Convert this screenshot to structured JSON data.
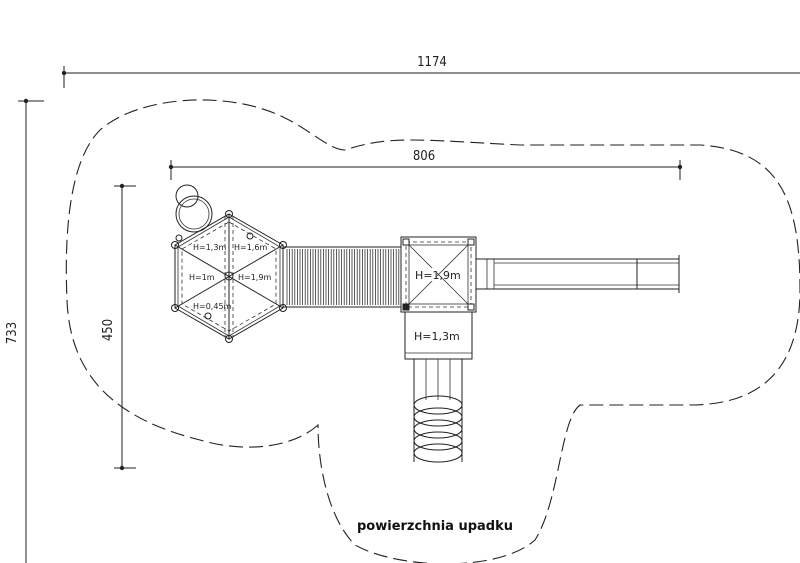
{
  "dimensions": {
    "overall_width": "1174",
    "inner_width": "806",
    "overall_depth": "733",
    "inner_depth": "450"
  },
  "platform_heights": {
    "hex_top_left": "H=1,3m",
    "hex_top_right": "H=1,6m",
    "hex_mid_left": "H=1m",
    "hex_mid_right": "H=1,9m",
    "hex_bottom": "H=0,45m",
    "square_tower": "H=1,9m",
    "lower_step": "H=1,3m"
  },
  "zone_label": "powierzchnia upadku"
}
